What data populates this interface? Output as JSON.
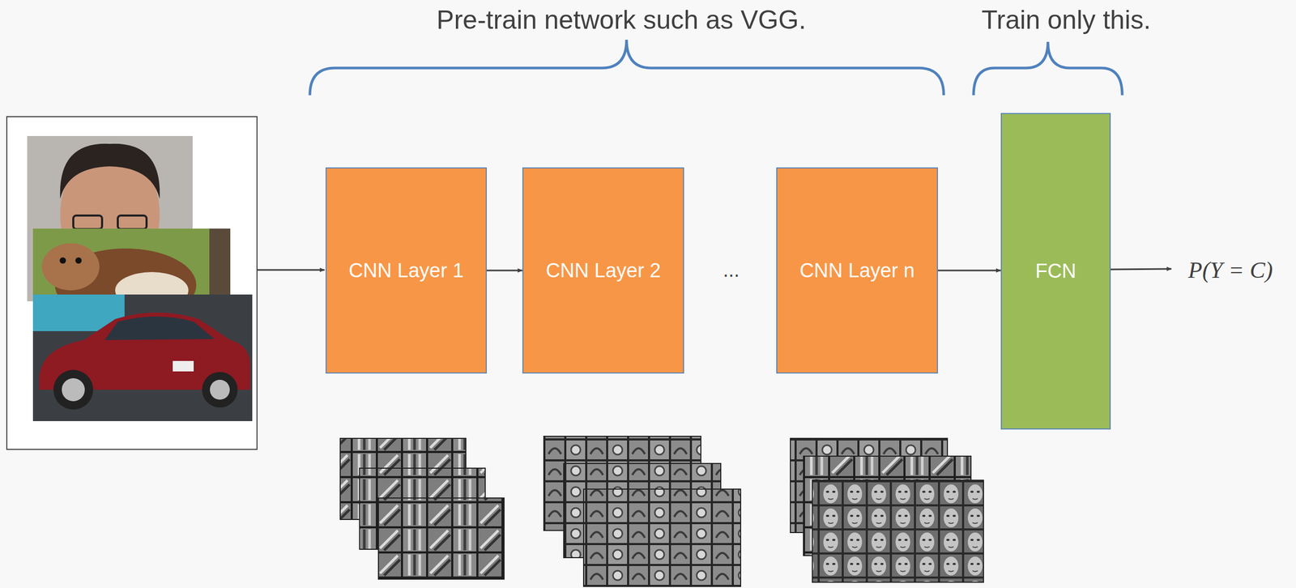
{
  "diagram": {
    "nodes": [
      {
        "text": [
          "CNN Layer 1"
        ]
      },
      {
        "text": [
          "CNN Layer 2"
        ]
      },
      {
        "text": [
          "CNN Layer n"
        ]
      },
      {
        "text": [
          "FCN"
        ]
      }
    ],
    "edges": [
      {
        "from": 0,
        "to": 1,
        "arrow": "to"
      },
      {
        "from": 2,
        "to": 3,
        "arrow": "to"
      }
    ],
    "labels": [
      "Pre-train network such as VGG.",
      "Train only this.",
      "...",
      "P(Y = C)"
    ]
  }
}
